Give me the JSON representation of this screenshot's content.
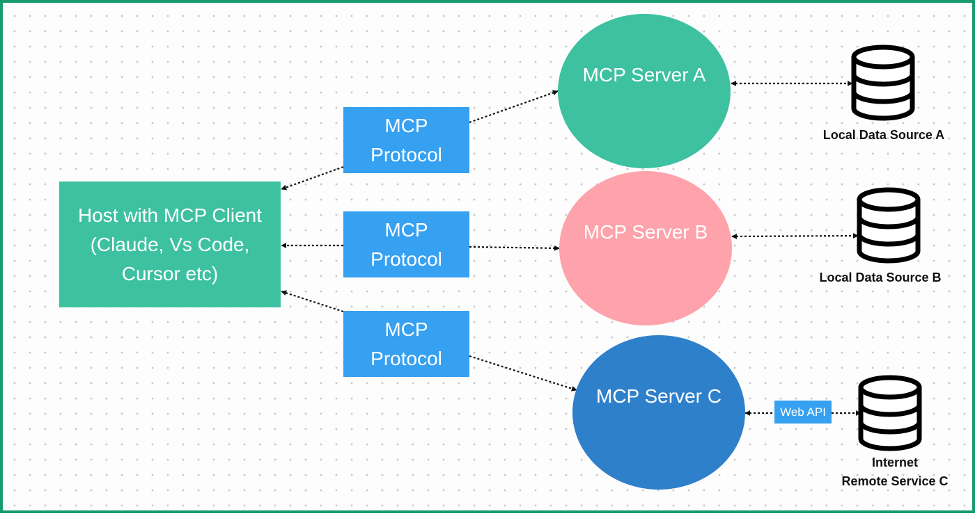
{
  "colors": {
    "host": "#3dc1a0",
    "protocol": "#36a0f1",
    "server_a": "#3dc1a0",
    "server_b": "#fea2ab",
    "server_c": "#2f80cb",
    "web_api": "#36a0f1",
    "frame_border": "#169b6c",
    "connector": "#111111"
  },
  "host": {
    "lines": [
      "Host with MCP Client",
      "(Claude, Vs Code,",
      "Cursor etc)"
    ]
  },
  "protocols": [
    {
      "line1": "MCP",
      "line2": "Protocol"
    },
    {
      "line1": "MCP",
      "line2": "Protocol"
    },
    {
      "line1": "MCP",
      "line2": "Protocol"
    }
  ],
  "servers": [
    {
      "label": "MCP Server A"
    },
    {
      "label": "MCP Server B"
    },
    {
      "label": "MCP Server C"
    }
  ],
  "web_api": {
    "label": "Web API"
  },
  "data_sources": [
    {
      "icon": "database-icon",
      "lines": [
        "Local Data Source A"
      ]
    },
    {
      "icon": "database-icon",
      "lines": [
        "Local Data Source B"
      ]
    },
    {
      "icon": "database-icon",
      "lines": [
        "Internet",
        "Remote Service C"
      ]
    }
  ]
}
